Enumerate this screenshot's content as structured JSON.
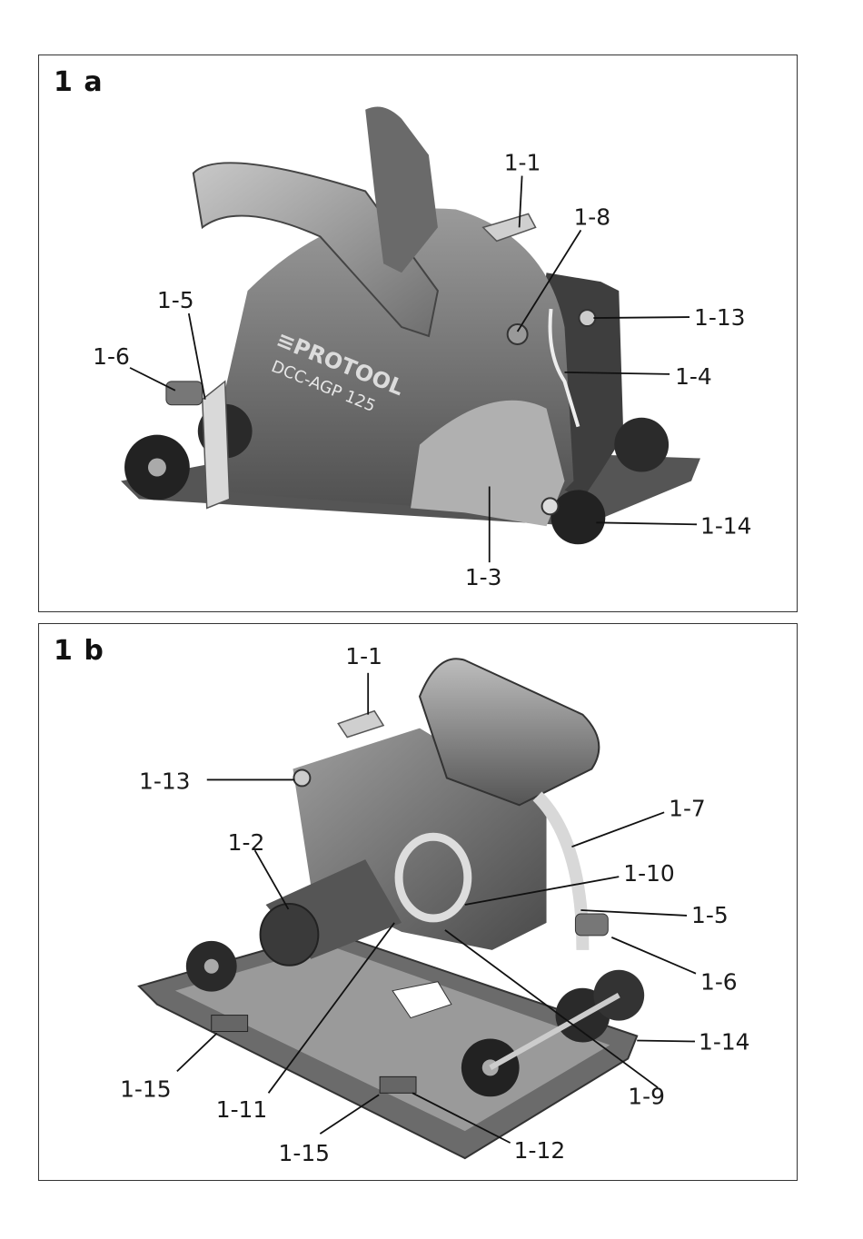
{
  "panels": [
    {
      "id": "a",
      "title": "1 a",
      "brand_text": "≡PROTOOL",
      "model_text": "DCC-AGP 125",
      "labels": {
        "l1_1": "1-1",
        "l1_8": "1-8",
        "l1_5": "1-5",
        "l1_6": "1-6",
        "l1_13": "1-13",
        "l1_4": "1-4",
        "l1_14": "1-14",
        "l1_3": "1-3"
      }
    },
    {
      "id": "b",
      "title": "1 b",
      "labels": {
        "l1_1": "1-1",
        "l1_13": "1-13",
        "l1_7": "1-7",
        "l1_2": "1-2",
        "l1_10": "1-10",
        "l1_5": "1-5",
        "l1_6": "1-6",
        "l1_14": "1-14",
        "l1_15a": "1-15",
        "l1_11": "1-11",
        "l1_9": "1-9",
        "l1_15b": "1-15",
        "l1_12": "1-12"
      }
    }
  ]
}
